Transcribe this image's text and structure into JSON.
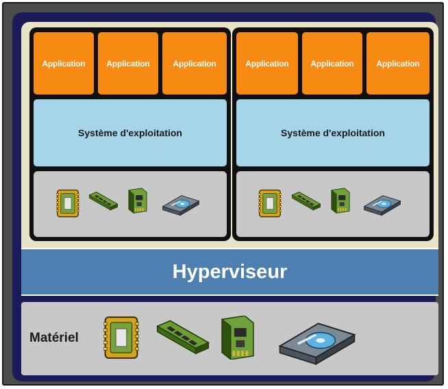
{
  "vms": [
    {
      "apps": [
        "Application",
        "Application",
        "Application"
      ],
      "os": "Système d'exploitation",
      "hardware_icons": [
        "cpu-chip-icon",
        "memory-module-icon",
        "expansion-card-icon",
        "hard-drive-icon"
      ]
    },
    {
      "apps": [
        "Application",
        "Application",
        "Application"
      ],
      "os": "Système d'exploitation",
      "hardware_icons": [
        "cpu-chip-icon",
        "memory-module-icon",
        "expansion-card-icon",
        "hard-drive-icon"
      ]
    }
  ],
  "hypervisor": {
    "label": "Hyperviseur"
  },
  "hardware": {
    "label": "Matériel",
    "icons": [
      "cpu-chip-icon",
      "memory-module-icon",
      "expansion-card-icon",
      "hard-drive-icon"
    ]
  },
  "colors": {
    "application": "#f78a12",
    "os": "#a6d4e8",
    "hypervisor": "#4d7fb0",
    "hardware_panel": "#c8c8c8",
    "frame": "#1b1b59"
  }
}
